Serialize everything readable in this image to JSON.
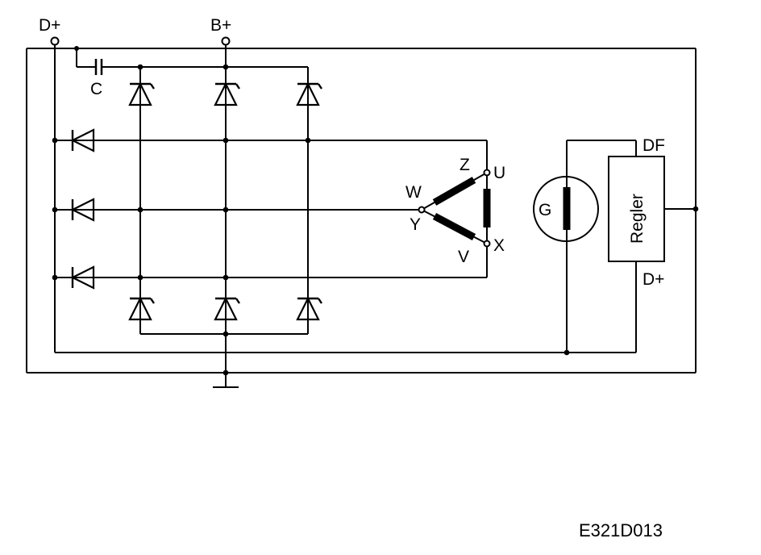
{
  "labels": {
    "d_plus_terminal": "D+",
    "b_plus_terminal": "B+",
    "capacitor": "C",
    "winding_z": "Z",
    "winding_u": "U",
    "winding_w": "W",
    "winding_y": "Y",
    "winding_v": "V",
    "winding_x": "X",
    "generator": "G",
    "regulator": "Regler",
    "regulator_df": "DF",
    "regulator_d_plus": "D+"
  },
  "drawing_code": "E321D013"
}
